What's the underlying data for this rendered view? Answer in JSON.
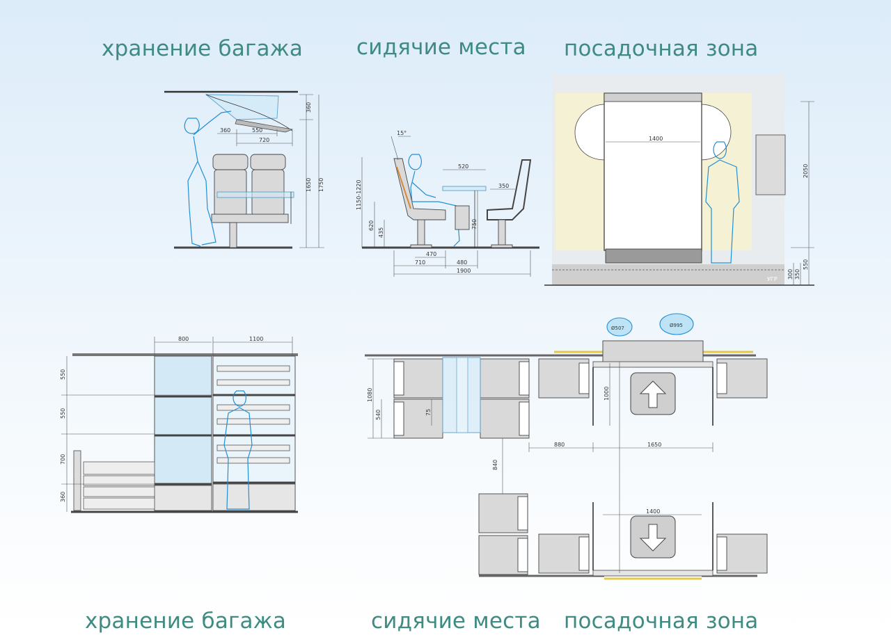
{
  "titles": {
    "top_luggage": "хранение багажа",
    "top_seating": "сидячие места",
    "top_boarding": "посадочная зона",
    "bottom_luggage": "хранение багажа",
    "bottom_seating": "сидячие места",
    "bottom_boarding": "посадочная зона"
  },
  "luggage_elevation": {
    "dim_360_top": "360",
    "dim_360": "360",
    "dim_550": "550",
    "dim_720": "720",
    "dim_1650": "1650",
    "dim_1750": "1750"
  },
  "seating_elevation": {
    "angle": "15°",
    "dim_520": "520",
    "dim_350": "350",
    "dim_1150_1220": "1150-1220",
    "dim_620": "620",
    "dim_435": "435",
    "dim_750": "750",
    "dim_470": "470",
    "dim_710": "710",
    "dim_480": "480",
    "dim_1900": "1900"
  },
  "boarding_elevation": {
    "dim_1400": "1400",
    "dim_2050": "2050",
    "dim_300": "300",
    "dim_550": "550",
    "dim_350": "350",
    "ugr": "УГР"
  },
  "storage_elevation": {
    "dim_800": "800",
    "dim_1100": "1100",
    "dim_550a": "550",
    "dim_550b": "550",
    "dim_700": "700",
    "dim_360": "360"
  },
  "plan": {
    "dim_1080": "1080",
    "dim_540": "540",
    "dim_75": "75",
    "dim_1000": "1000",
    "dim_880": "880",
    "dim_1650": "1650",
    "dim_840": "840",
    "dim_1400": "1400",
    "head_a": "Ø507",
    "head_b": "Ø995"
  },
  "colors": {
    "title": "#3f8b82",
    "figure": "#1f8fd6",
    "door_panel": "#f5f1d4",
    "seat": "#d9d9d9"
  },
  "icons": {
    "arrow_up": "arrow-up-icon",
    "arrow_down": "arrow-down-icon"
  }
}
